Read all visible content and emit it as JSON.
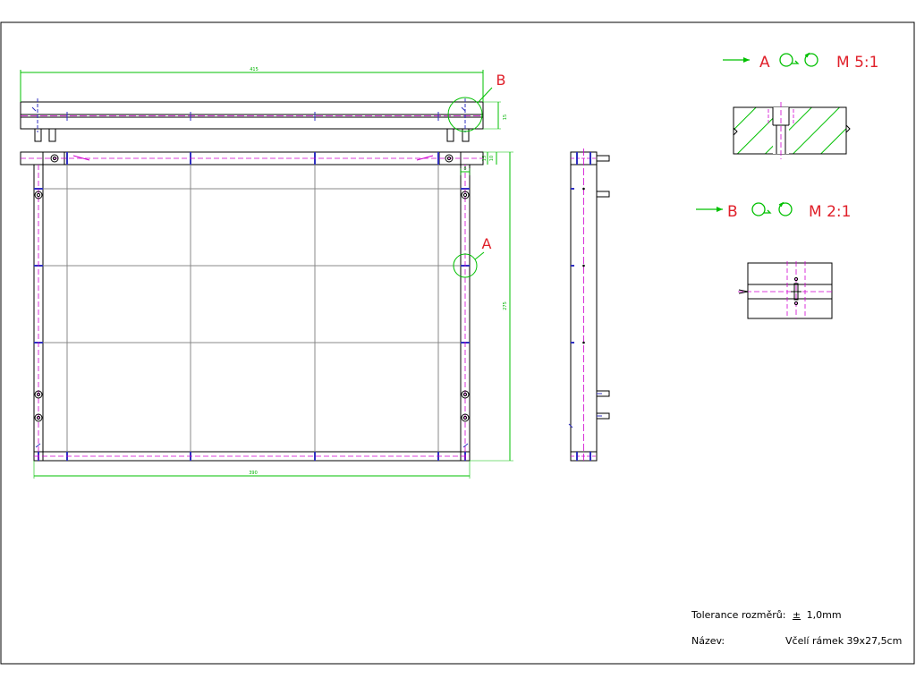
{
  "colors": {
    "outline": "#000000",
    "dimension": "#00c000",
    "centerline": "#d000d0",
    "hidden": "#3030c0",
    "annotation": "#e0202a"
  },
  "dimensions": {
    "overall_width_top": "415",
    "overall_width_bottom": "390",
    "height": "275",
    "top_thickness": "15",
    "side_small_a": "8",
    "side_small_b": "10",
    "side_small_c": "15"
  },
  "callouts": {
    "B": "B",
    "A": "A"
  },
  "details": [
    {
      "label": "A",
      "scale": "M 5:1"
    },
    {
      "label": "B",
      "scale": "M 2:1"
    }
  ],
  "title_block": {
    "tolerance_label": "Tolerance rozměrů:",
    "tolerance_pm": "±",
    "tolerance_value": "1,0mm",
    "name_label": "Název:",
    "name_value": "Včelí rámek 39x27,5cm"
  }
}
